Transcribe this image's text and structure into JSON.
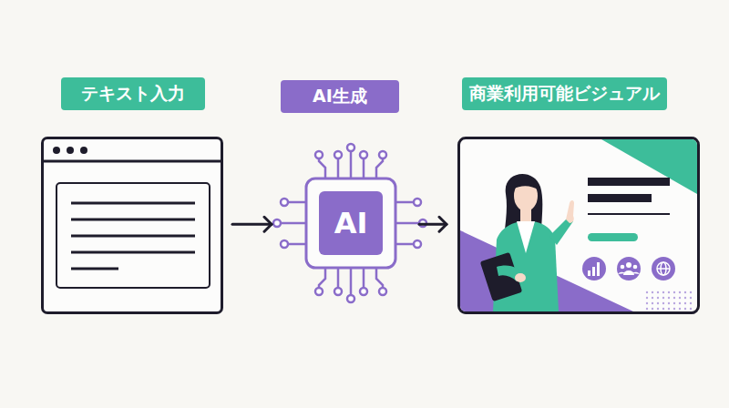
{
  "diagram": {
    "nodes": [
      {
        "text": [
          "テキスト入力"
        ]
      },
      {
        "text": [
          "AI生成",
          "AI"
        ]
      },
      {
        "text": [
          "商業利用可能ビジュアル"
        ]
      }
    ],
    "edges": [
      {
        "from": 0,
        "to": 1,
        "arrow": "to"
      },
      {
        "from": 1,
        "to": 2,
        "arrow": "to"
      }
    ]
  }
}
